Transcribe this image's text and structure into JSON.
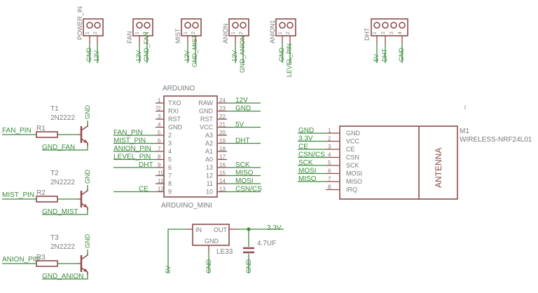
{
  "headers": [
    {
      "name": "POWER_IN",
      "pins": [
        "GND",
        "12V"
      ]
    },
    {
      "name": "FAN",
      "pins": [
        "12V",
        "GND_FAN"
      ]
    },
    {
      "name": "MIST",
      "pins": [
        "12V",
        "GND_MIST"
      ]
    },
    {
      "name": "ANION",
      "pins": [
        "12V",
        "GND_ANION"
      ]
    },
    {
      "name": "ANION1",
      "pins": [
        "GND",
        "LEVEL_PIN"
      ]
    },
    {
      "name": "DHT",
      "pins": [
        "5V",
        "DHT",
        "GND"
      ]
    }
  ],
  "transistors": [
    {
      "ref": "T1",
      "part": "2N2222",
      "res": "R1",
      "in_net": "FAN_PIN",
      "out_net": "GND_FAN",
      "gnd": "GND"
    },
    {
      "ref": "T2",
      "part": "2N2222",
      "res": "R2",
      "in_net": "MIST_PIN",
      "out_net": "GND_MIST",
      "gnd": "GND"
    },
    {
      "ref": "T3",
      "part": "2N2222",
      "res": "R3",
      "in_net": "ANION_PIN",
      "out_net": "GND_ANION",
      "gnd": "GND"
    }
  ],
  "arduino": {
    "title": "ARDUINO",
    "subtitle": "ARDUINO_MINI",
    "left_pins": [
      {
        "num": "1",
        "name": "TXO",
        "net": ""
      },
      {
        "num": "2",
        "name": "RXI",
        "net": ""
      },
      {
        "num": "3",
        "name": "RST",
        "net": ""
      },
      {
        "num": "4",
        "name": "GND",
        "net": ""
      },
      {
        "num": "5",
        "name": "2",
        "net": "FAN_PIN"
      },
      {
        "num": "6",
        "name": "3",
        "net": "MIST_PIN"
      },
      {
        "num": "7",
        "name": "4",
        "net": "ANION_PIN"
      },
      {
        "num": "8",
        "name": "5",
        "net": "LEVEL_PIN"
      },
      {
        "num": "9",
        "name": "6",
        "net": "DHT"
      },
      {
        "num": "10",
        "name": "7",
        "net": ""
      },
      {
        "num": "11",
        "name": "8",
        "net": ""
      },
      {
        "num": "12",
        "name": "9",
        "net": "CE"
      }
    ],
    "right_pins": [
      {
        "num": "24",
        "name": "RAW",
        "net": "12V"
      },
      {
        "num": "23",
        "name": "GND",
        "net": "GND"
      },
      {
        "num": "22",
        "name": "RST",
        "net": ""
      },
      {
        "num": "21",
        "name": "VCC",
        "net": "5V"
      },
      {
        "num": "20",
        "name": "A3",
        "net": ""
      },
      {
        "num": "19",
        "name": "A2",
        "net": "DHT"
      },
      {
        "num": "18",
        "name": "A1",
        "net": ""
      },
      {
        "num": "17",
        "name": "A0",
        "net": ""
      },
      {
        "num": "16",
        "name": "13",
        "net": "SCK"
      },
      {
        "num": "15",
        "name": "12",
        "net": "MISO"
      },
      {
        "num": "14",
        "name": "11",
        "net": "MOSI"
      },
      {
        "num": "13",
        "name": "10",
        "net": "CSN/CS"
      }
    ]
  },
  "radio": {
    "ref": "M1",
    "part": "WIRELESS-NRF24L01",
    "antenna": "ANTENNA",
    "pins": [
      {
        "num": "1",
        "name": "GND",
        "net": "GND"
      },
      {
        "num": "2",
        "name": "VCC",
        "net": "3.3V"
      },
      {
        "num": "3",
        "name": "CE",
        "net": "CE"
      },
      {
        "num": "4",
        "name": "CSN",
        "net": "CSN/CS"
      },
      {
        "num": "5",
        "name": "SCK",
        "net": "SCK"
      },
      {
        "num": "6",
        "name": "MOSI",
        "net": "MOSI"
      },
      {
        "num": "7",
        "name": "MISO",
        "net": "MISO"
      },
      {
        "num": "8",
        "name": "IRQ",
        "net": ""
      }
    ]
  },
  "regulator": {
    "ref": "LE33",
    "in": "IN",
    "out": "OUT",
    "gnd": "GND",
    "in_net": "5V",
    "gnd_net": "GND",
    "out_net": "3.3V",
    "cap_value": "4.7UF",
    "cap_gnd": "GND"
  }
}
